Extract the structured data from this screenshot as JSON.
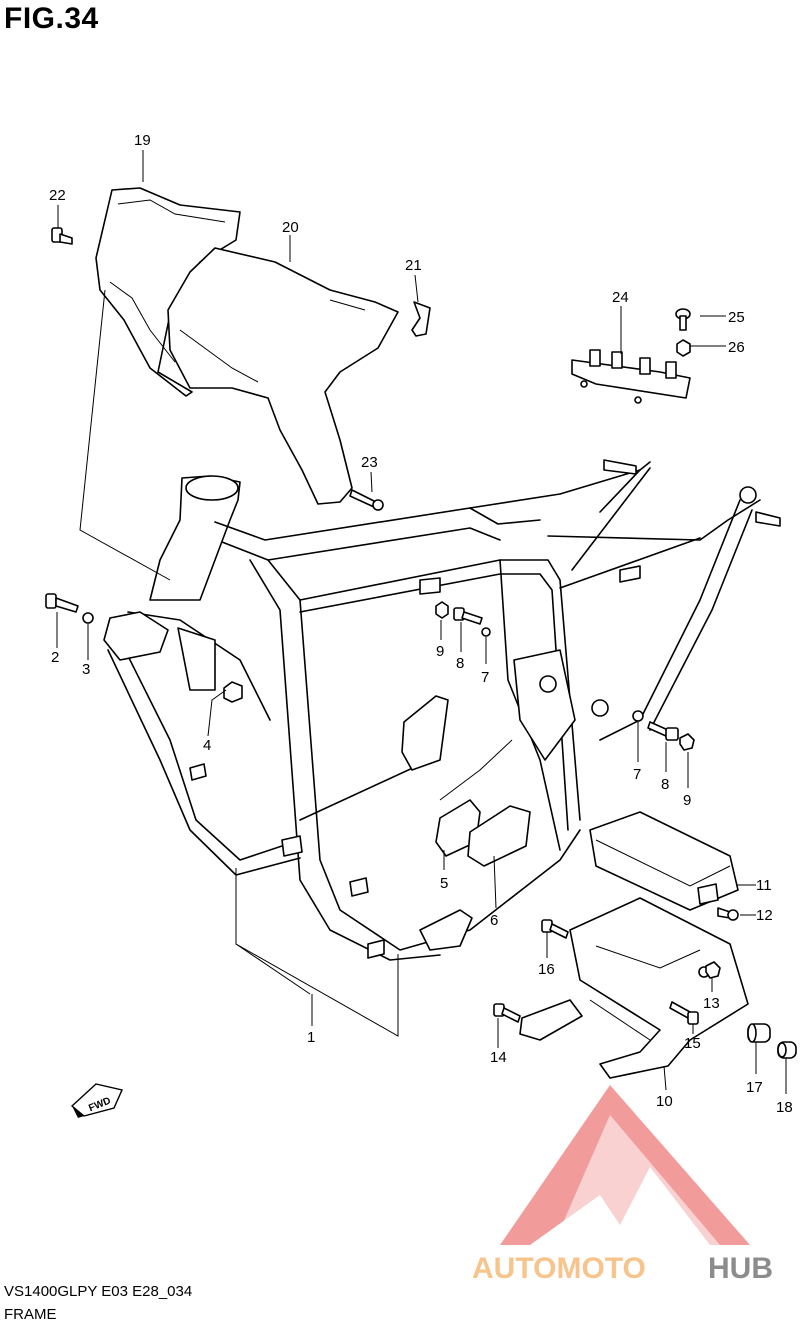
{
  "figure": {
    "title": "FIG.34",
    "model_code": "VS1400GLPY E03 E28_034",
    "section_name": "FRAME"
  },
  "direction_badge": "FWD",
  "callouts": [
    "1",
    "2",
    "3",
    "4",
    "5",
    "6",
    "7",
    "7",
    "8",
    "8",
    "9",
    "9",
    "10",
    "11",
    "12",
    "13",
    "14",
    "15",
    "16",
    "17",
    "18",
    "19",
    "20",
    "21",
    "22",
    "23",
    "24",
    "25",
    "26"
  ],
  "watermark": {
    "brand_part1": "AUTOMOTO",
    "brand_part2": "HUB",
    "colors": {
      "logo_red": "#f08a8a",
      "text_orange": "#f7c48c",
      "text_grey": "#8c8c8c"
    }
  }
}
